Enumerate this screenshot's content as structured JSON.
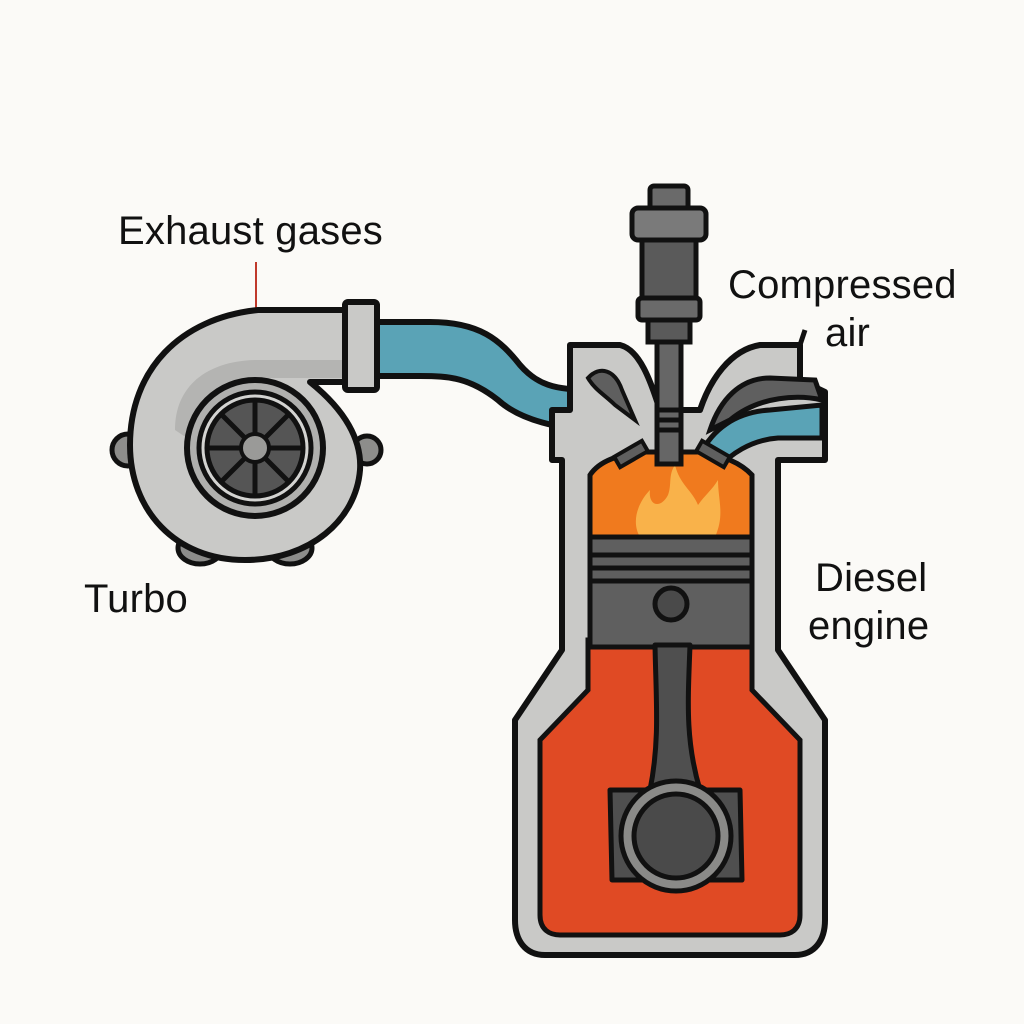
{
  "labels": {
    "exhaust": "Exhaust gases",
    "compressed_line1": "Compressed",
    "compressed_line2": "air",
    "turbo": "Turbo",
    "diesel_line1": "Diesel",
    "diesel_line2": "engine"
  },
  "colors": {
    "background": "#fbfaf7",
    "outline": "#111111",
    "metal_light": "#c9c9c7",
    "metal_mid": "#a9a9a7",
    "metal_dark": "#5f5f5f",
    "pipe_blue": "#5aa3b6",
    "pipe_blue_dark": "#4a8ea1",
    "flame_orange": "#f07a1e",
    "flame_yellow": "#f9b24a",
    "crankcase_red": "#e04a24",
    "leader_red": "#c0392b"
  }
}
